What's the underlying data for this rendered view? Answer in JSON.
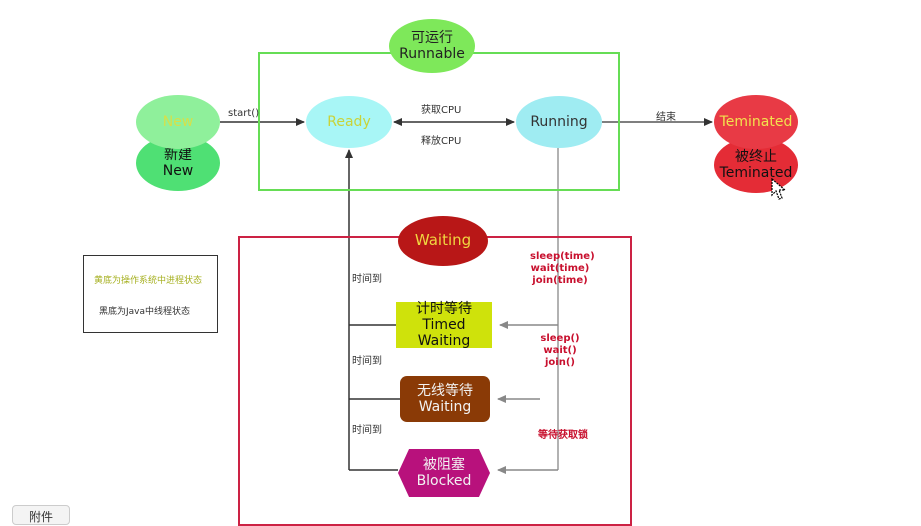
{
  "runnable": {
    "zh": "可运行",
    "en": "Runnable"
  },
  "new_state": {
    "en_label": "New",
    "zh": "新建",
    "en": "New"
  },
  "ready": "Ready",
  "running": "Running",
  "terminated": {
    "en_label": "Teminated",
    "zh": "被终止",
    "en": "Teminated"
  },
  "waiting": "Waiting",
  "timed_waiting": {
    "zh": "计时等待",
    "en1": "Timed",
    "en2": "Waiting"
  },
  "non_timed_waiting": {
    "zh": "无线等待",
    "en": "Waiting"
  },
  "blocked": {
    "zh": "被阻塞",
    "en": "Blocked"
  },
  "labels": {
    "start": "start()",
    "get_cpu": "获取CPU",
    "release_cpu": "释放CPU",
    "end": "结束",
    "timeout1": "时间到",
    "timeout2": "时间到",
    "timeout3": "时间到",
    "timed_calls": [
      "sleep(time)",
      "wait(time)",
      "join(time)"
    ],
    "untimed_calls": [
      "sleep()",
      "wait()",
      "join()"
    ],
    "wait_lock": "等待获取锁"
  },
  "legend": {
    "os_state": "黄底为操作系统中进程状态",
    "java_state": "黑底为Java中线程状态"
  },
  "attach_button": "附件",
  "colors": {
    "runnable_frame": "#66dd55",
    "waiting_frame": "#cc2244",
    "ready": "#a8f6f6",
    "running": "#9fecf2",
    "new": "#4fe074",
    "terminated": "#e42c36",
    "waiting": "#b81717",
    "timed_waiting": "#cfe20b",
    "non_timed_waiting": "#8a3a06",
    "blocked": "#b8117c"
  }
}
